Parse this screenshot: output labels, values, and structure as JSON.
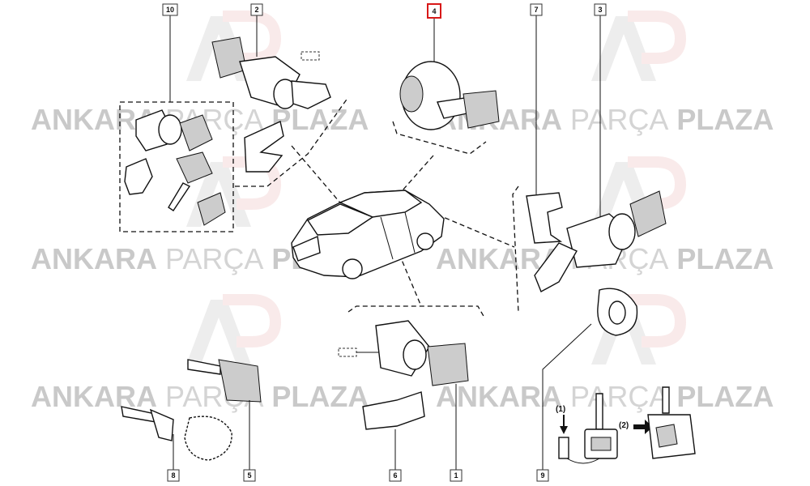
{
  "watermark": {
    "bold_word": "ANKARA",
    "light_word": "PARÇA",
    "bold_word_2": "PLAZA",
    "logo_letters": "AP"
  },
  "callouts": [
    "10",
    "2",
    "4",
    "7",
    "3",
    "8",
    "5",
    "6",
    "1",
    "9"
  ],
  "highlighted_callout": "4",
  "highlight_color": "#d81818",
  "key_steps": {
    "step1": "(1)",
    "step2": "(2)"
  }
}
